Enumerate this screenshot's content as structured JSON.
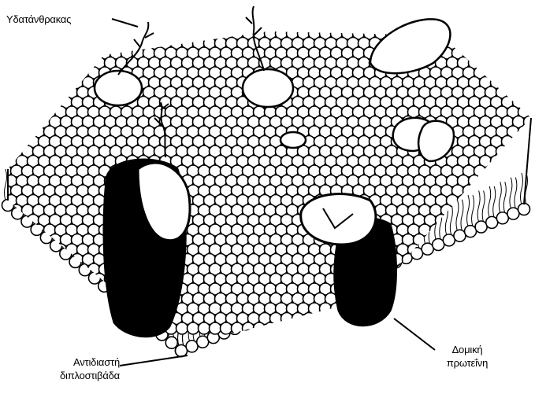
{
  "labels": {
    "carbohydrate": "Υδατάνθρακας",
    "bilayer_line1": "Αντιδιαστή",
    "bilayer_line2": "διπλοστιβάδα",
    "protein_line1": "Δομική",
    "protein_line2": "πρωτεΐνη"
  },
  "colors": {
    "ink": "#000000",
    "paper": "#ffffff"
  }
}
